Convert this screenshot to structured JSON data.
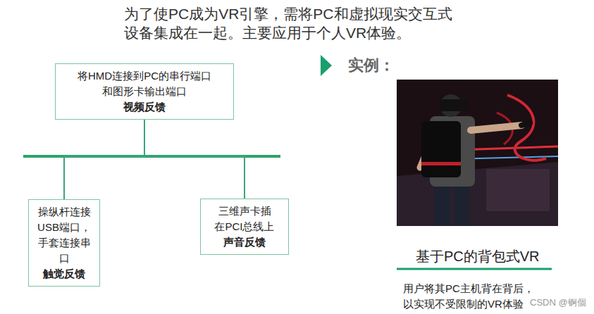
{
  "diagram": {
    "title": "为了使PC成为VR引擎，需将PC和虚拟现实交互式 设备集成在一起。主要应用于个人VR体验。",
    "caption": "基于PC的背包式VR",
    "nodes": [
      {
        "text": [
          "将HMD连接到PC的串行端口 和图形卡输出端口",
          "视频反馈"
        ]
      },
      {
        "text": [
          "操纵杆连接 USB端口， 手套连接串 口",
          "触觉反馈"
        ]
      },
      {
        "text": [
          "三维声卡插 在PCI总线上",
          "声音反馈"
        ]
      }
    ],
    "edges": [
      {
        "from": 0,
        "to": 1,
        "arrow": "none"
      },
      {
        "from": 0,
        "to": 2,
        "arrow": "none"
      }
    ],
    "labels": [
      "实例：",
      "用户将其PC主机背在背后， 以实现不受限制的VR体验",
      "CSDN @锕個"
    ]
  }
}
